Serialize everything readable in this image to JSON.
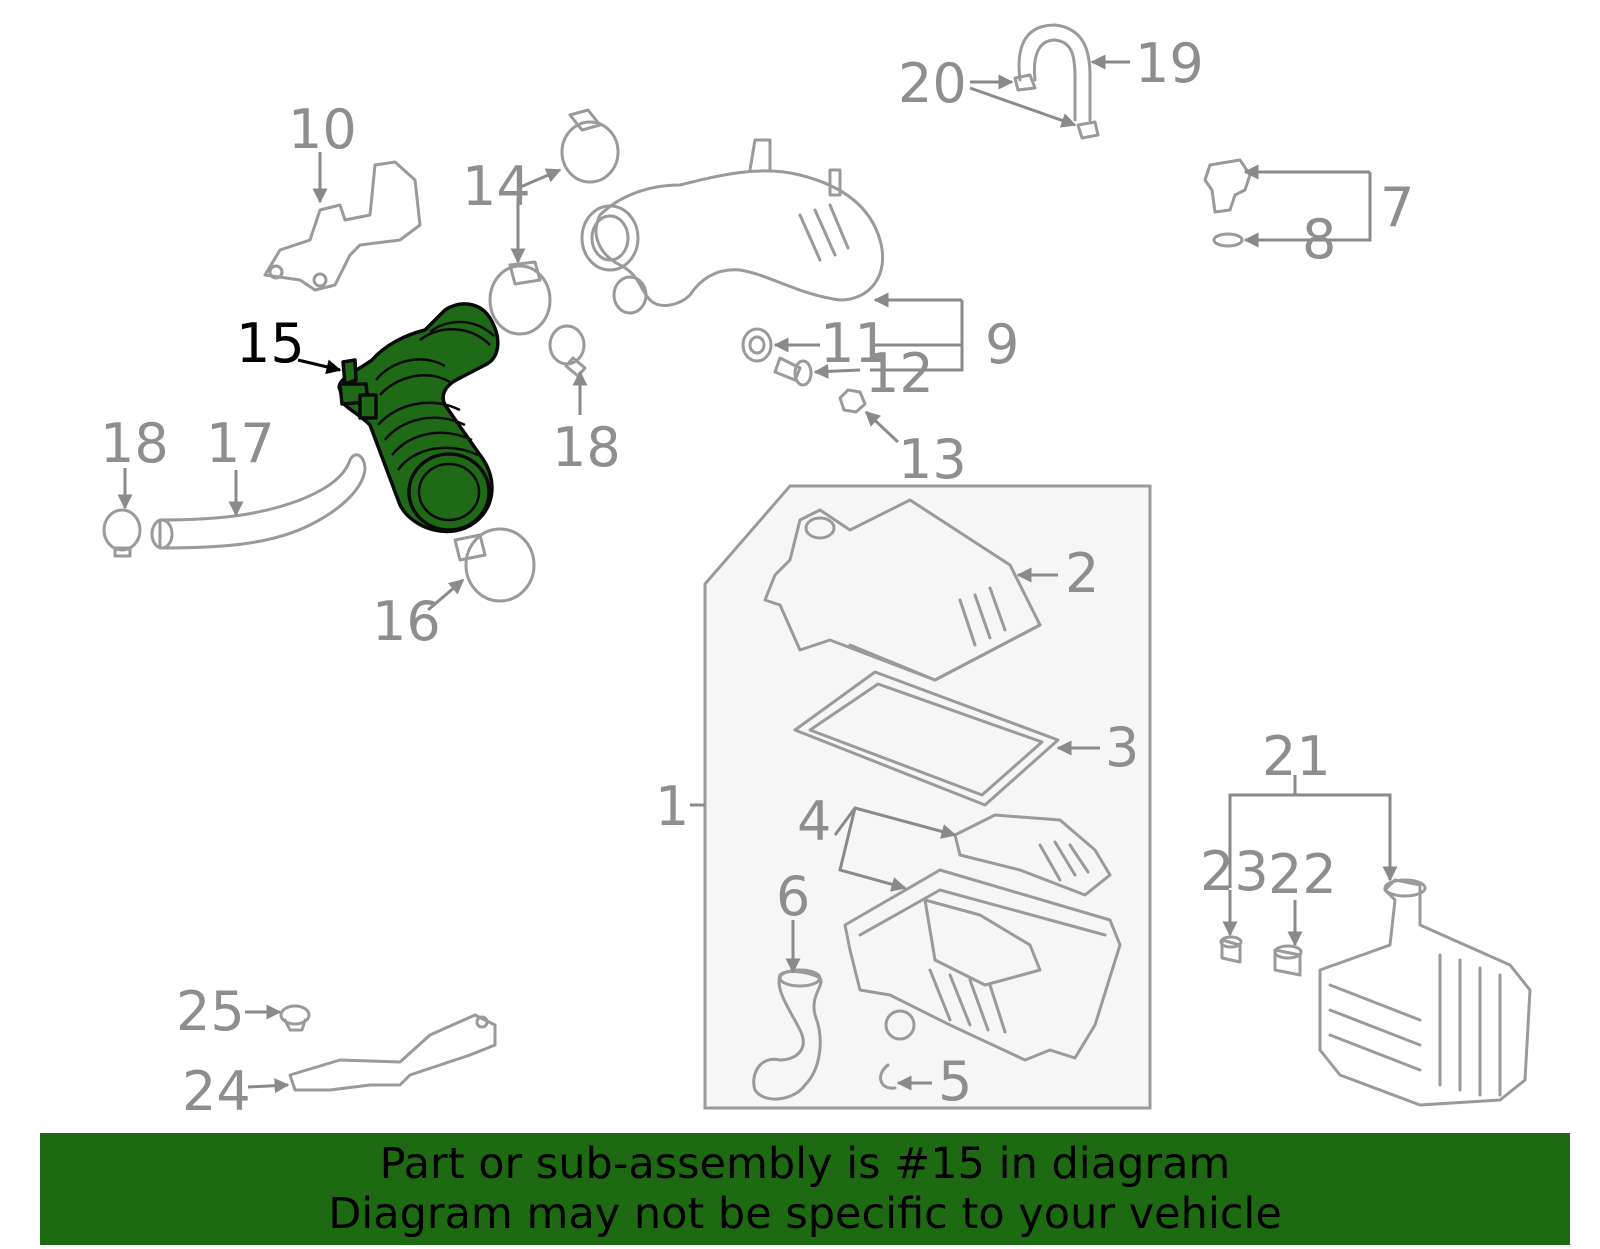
{
  "diagram": {
    "highlighted_part": "15",
    "callouts": [
      "1",
      "2",
      "3",
      "4",
      "5",
      "6",
      "7",
      "8",
      "9",
      "10",
      "11",
      "12",
      "13",
      "14",
      "15",
      "16",
      "17",
      "18",
      "18",
      "19",
      "20",
      "21",
      "22",
      "23",
      "24",
      "25"
    ]
  },
  "banner": {
    "line1": "Part or sub-assembly is #15 in diagram",
    "line2": "Diagram may not be specific to your vehicle"
  },
  "colors": {
    "highlight": "#1f6a16",
    "banner": "#1e6a13",
    "line_art": "#9a9a9a"
  }
}
